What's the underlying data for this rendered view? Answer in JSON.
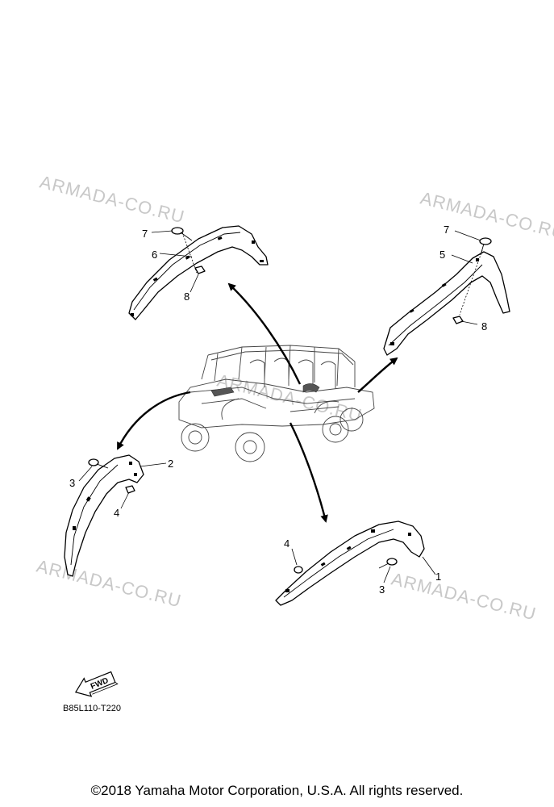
{
  "watermark": "ARMADA-CO.RU",
  "callouts": {
    "p1": "1",
    "p2": "2",
    "p3a": "3",
    "p3b": "3",
    "p4a": "4",
    "p4b": "4",
    "p5": "5",
    "p6": "6",
    "p7a": "7",
    "p7b": "7",
    "p8a": "8",
    "p8b": "8"
  },
  "fwd_label": "FWD",
  "diagram_code": "B85L110-T220",
  "copyright": "©2018 Yamaha Motor Corporation, U.S.A. All rights reserved."
}
